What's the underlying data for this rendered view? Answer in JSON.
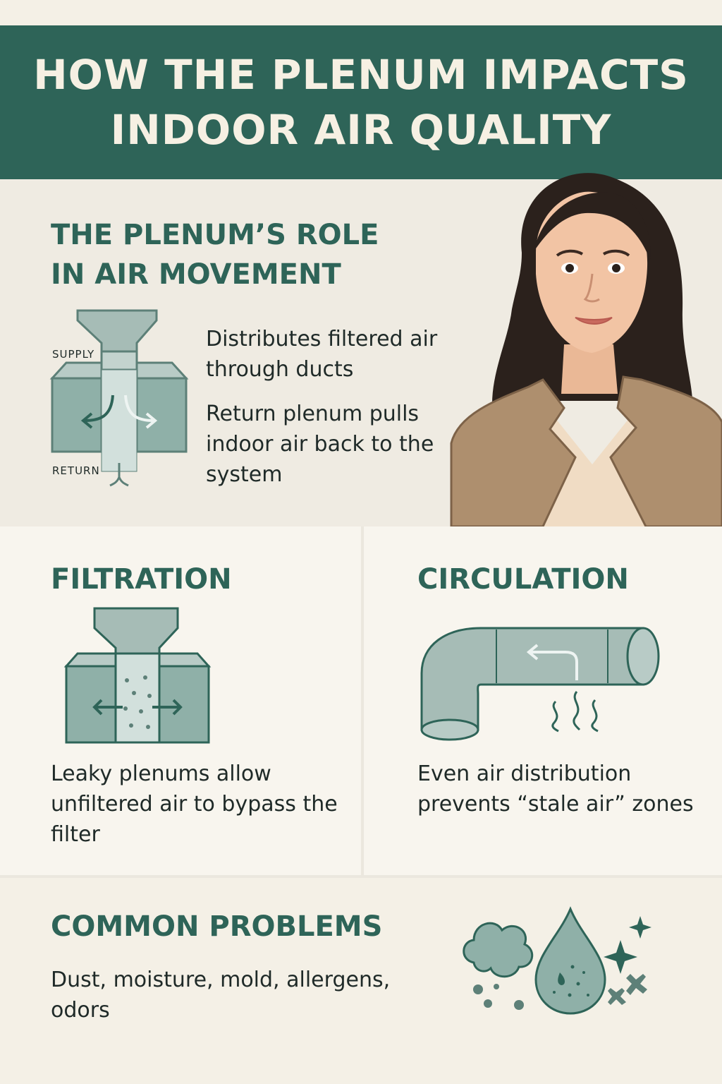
{
  "header": {
    "title_line1": "HOW THE PLENUM IMPACTS",
    "title_line2": "INDOOR AIR QUALITY"
  },
  "role_section": {
    "title_line1": "THE PLENUM’S ROLE",
    "title_line2": "IN AIR MOVEMENT",
    "diagram": {
      "supply_label": "SUPPLY",
      "return_label": "RETURN"
    },
    "point1": "Distributes filtered air through ducts",
    "point2": "Return plenum pulls indoor air back to the system"
  },
  "filtration": {
    "title": "FILTRATION",
    "text": "Leaky plenums allow unfiltered air to bypass the filter"
  },
  "circulation": {
    "title": "CIRCULATION",
    "text": "Even air distribution prevents “stale air” zones"
  },
  "problems": {
    "title": "COMMON PROBLEMS",
    "text": "Dust, moisture, mold, allergens, odors"
  },
  "colors": {
    "accent": "#2e6458",
    "background": "#f4f0e6",
    "icon_fill": "#8fb0a8",
    "text": "#1f2a28"
  },
  "icons": [
    "plenum-diagram-icon",
    "woman-portrait",
    "filter-plenum-icon",
    "duct-elbow-icon",
    "dust-cloud-icon",
    "water-drop-icon",
    "sparkle-icon"
  ]
}
